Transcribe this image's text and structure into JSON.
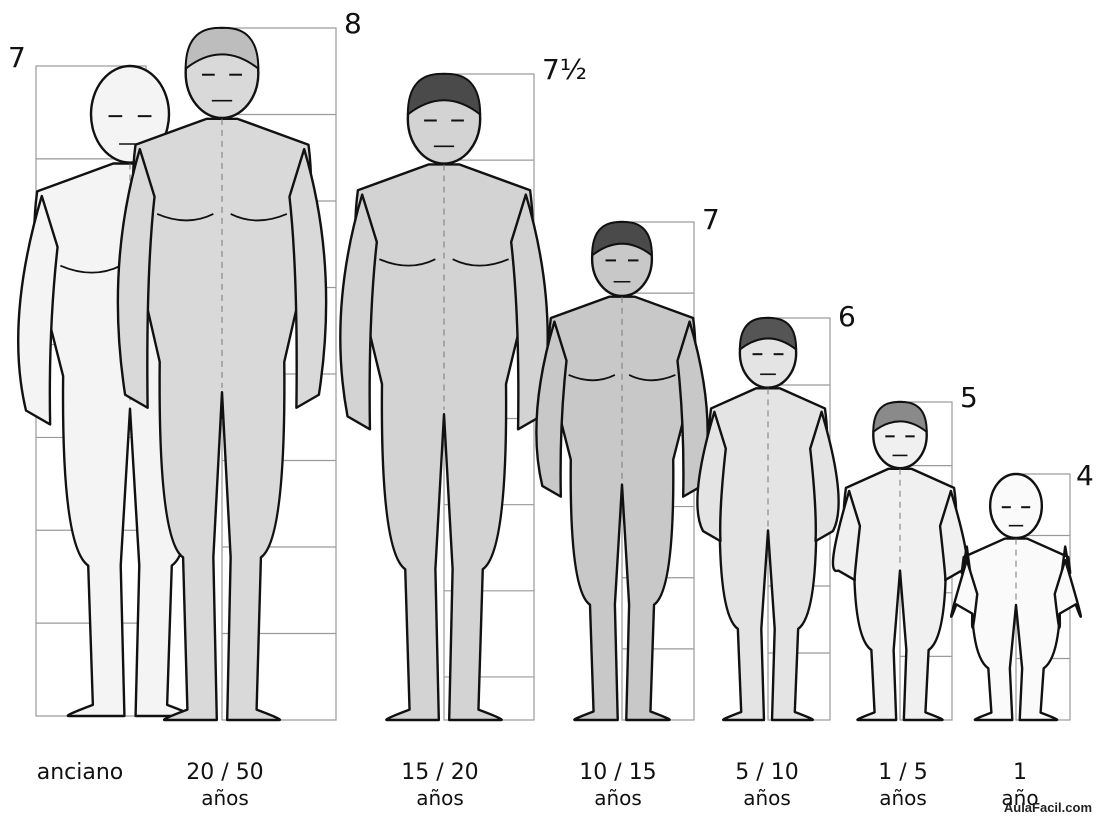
{
  "figures": [
    {
      "id": "anciano",
      "heads": "7",
      "age": "anciano",
      "unit": ""
    },
    {
      "id": "adult",
      "heads": "8",
      "age": "20 / 50",
      "unit": "años"
    },
    {
      "id": "teen",
      "heads": "7½",
      "age": "15 / 20",
      "unit": "años"
    },
    {
      "id": "child-10",
      "heads": "7",
      "age": "10 / 15",
      "unit": "años"
    },
    {
      "id": "child-5",
      "heads": "6",
      "age": "5 / 10",
      "unit": "años"
    },
    {
      "id": "child-1",
      "heads": "5",
      "age": "1 / 5",
      "unit": "años"
    },
    {
      "id": "baby",
      "heads": "4",
      "age": "1",
      "unit": "año"
    }
  ],
  "watermark": "AulaFacil.com",
  "colors": {
    "grid": "#9a9a9a",
    "skin": "#e2e2e2",
    "skin_dark": "#c9c9c9",
    "hair": "#555555",
    "outline": "#111111"
  }
}
